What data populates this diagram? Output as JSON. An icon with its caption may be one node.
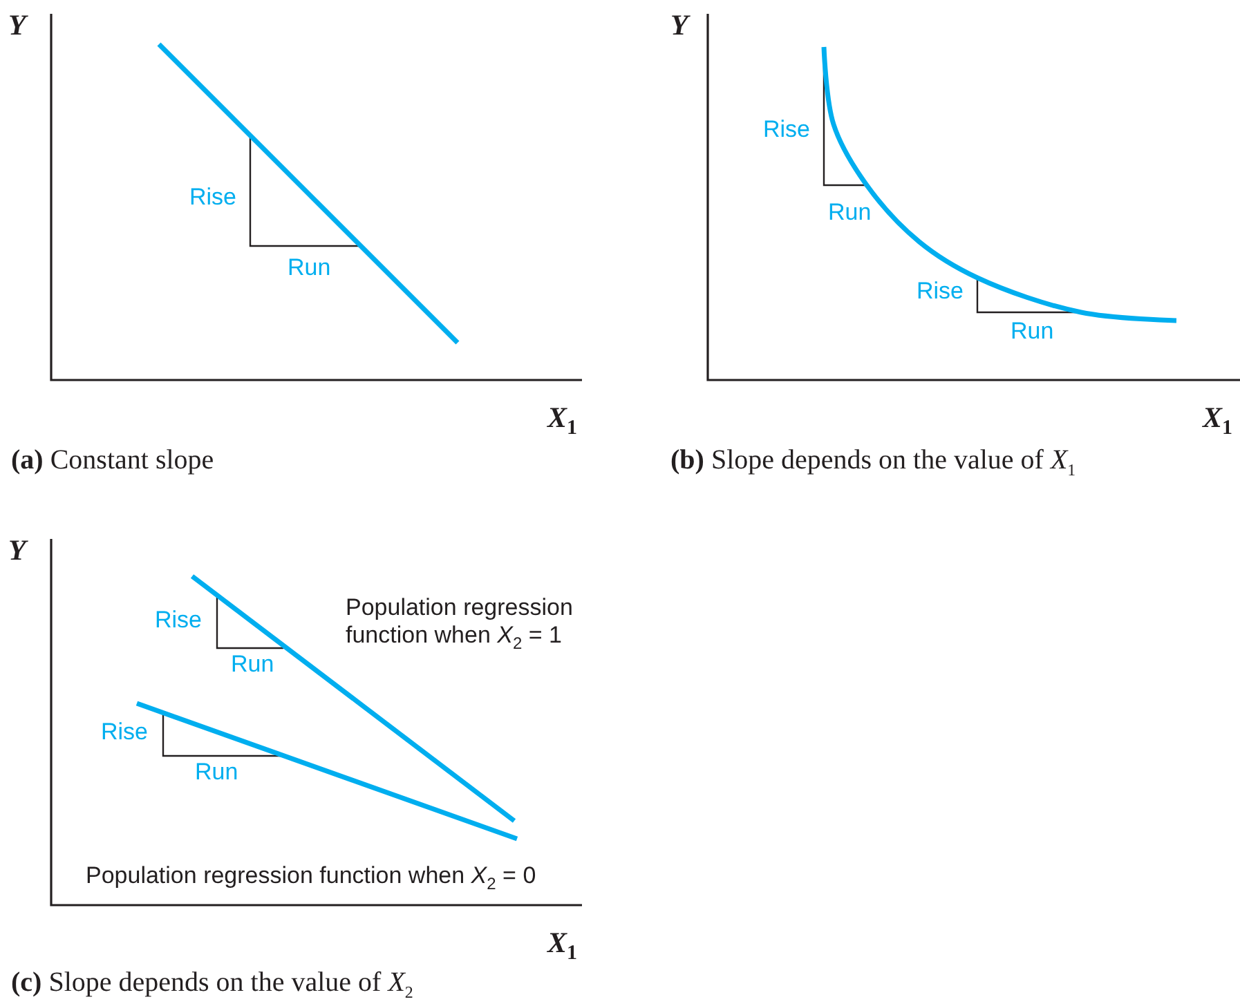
{
  "diagram": {
    "labels": [
      "Y",
      "Rise",
      "Run",
      "X$_{1}$",
      "**(a)** Constant slope",
      "Y",
      "Rise",
      "Run",
      "Rise",
      "Run",
      "X$_{1}$",
      "**(b)** Slope depends on the value of *X*$_{1}$",
      "Y",
      "Population regression function when *X*$_{2}$ = 1",
      "Rise",
      "Run",
      "Rise",
      "Run",
      "Population regression function when *X*$_{2}$ = 0",
      "X$_{1}$",
      "**(c)** Slope depends on the value of *X*$_{2}$"
    ]
  }
}
